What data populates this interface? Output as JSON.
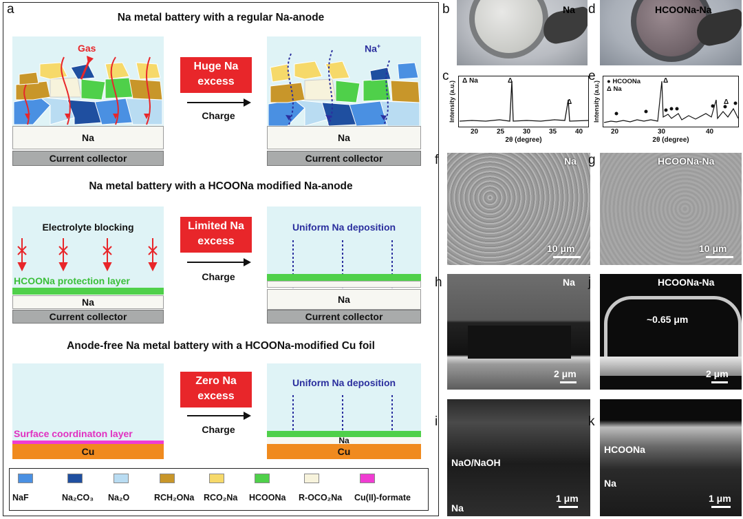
{
  "panel_labels": {
    "a": "a",
    "b": "b",
    "c": "c",
    "d": "d",
    "e": "e",
    "f": "f",
    "g": "g",
    "h": "h",
    "i": "i",
    "j": "j",
    "k": "k"
  },
  "row1": {
    "title": "Na metal battery with a regular Na-anode",
    "badge_line1": "Huge Na",
    "badge_line2": "excess",
    "charge": "Charge",
    "gas": "Gas",
    "na_plus": "Na",
    "na_plus_sup": "+",
    "na_left": "Na",
    "na_right": "Na",
    "cc_left": "Current collector",
    "cc_right": "Current collector"
  },
  "row2": {
    "title": "Na metal battery with a HCOONa modified Na-anode",
    "badge_line1": "Limited Na",
    "badge_line2": "excess",
    "charge": "Charge",
    "blocking": "Electrolyte blocking",
    "protection": "HCOONa protection layer",
    "deposition": "Uniform Na deposition",
    "na_left": "Na",
    "na_right": "Na",
    "cc_left": "Current collector",
    "cc_right": "Current collector"
  },
  "row3": {
    "title": "Anode-free Na metal battery with a HCOONa-modified Cu foil",
    "badge_line1": "Zero Na",
    "badge_line2": "excess",
    "charge": "Charge",
    "coord": "Surface coordinaton layer",
    "deposition": "Uniform Na deposition",
    "cu_left": "Cu",
    "cu_right": "Cu",
    "na_right": "Na"
  },
  "legend": [
    {
      "label": "NaF",
      "color": "#4a90e2"
    },
    {
      "label": "Na₂CO₃",
      "color": "#1f4fa0"
    },
    {
      "label": "Na₂O",
      "color": "#b9dcf2"
    },
    {
      "label": "RCH₂ONa",
      "color": "#c8962a"
    },
    {
      "label": "RCO₂Na",
      "color": "#f6d96a"
    },
    {
      "label": "HCOONa",
      "color": "#4fd04a"
    },
    {
      "label": "R-OCO₂Na",
      "color": "#f7f3dc"
    },
    {
      "label": "Cu(II)-formate",
      "color": "#f03cd2"
    }
  ],
  "photos": {
    "b_label": "Na",
    "d_label": "HCOONa-Na"
  },
  "xrd": {
    "c": {
      "ylabel": "Intensity (a.u.)",
      "xlabel": "2θ (degree)",
      "legend": "Δ Na",
      "ticks": [
        "20",
        "25",
        "30",
        "35",
        "40"
      ],
      "peak_mark": "Δ"
    },
    "e": {
      "ylabel": "Intensity (a.u.)",
      "xlabel": "2θ (degree)",
      "legend1": "● HCOONa",
      "legend2": "Δ Na",
      "ticks": [
        "20",
        "30",
        "40"
      ],
      "peak_mark": "Δ"
    }
  },
  "sem": {
    "f": {
      "label": "Na",
      "scale": "10 μm"
    },
    "g": {
      "label": "HCOONa-Na",
      "scale": "10 μm"
    },
    "h": {
      "label": "Na",
      "scale": "2 μm"
    },
    "j": {
      "label": "HCOONa-Na",
      "scale": "2 μm",
      "thickness": "~0.65 μm"
    },
    "i": {
      "label1": "NaO/NaOH",
      "label2": "Na",
      "scale": "1 μm"
    },
    "k": {
      "label1": "HCOONa",
      "label2": "Na",
      "scale": "1 μm"
    }
  },
  "colors": {
    "red": "#e8262a",
    "green": "#4fd04a",
    "blue_text": "#2b2f9e",
    "protection_text": "#3bbf3a",
    "coord_text": "#e030c0",
    "cu": "#f08a1e"
  }
}
